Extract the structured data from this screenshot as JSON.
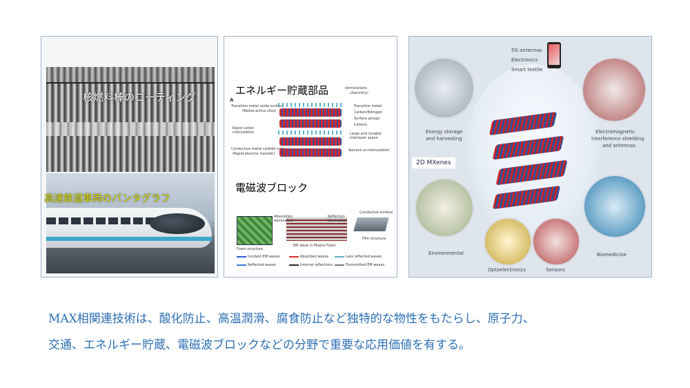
{
  "panel1": {
    "caption_top": "核燃料棒のコーティング",
    "caption_bottom": "高速鉄道車両のパンタグラフ"
  },
  "panel2": {
    "title_top": "エネルギー貯蔵部品",
    "title_bottom": "電磁波ブロック",
    "diagram_top": {
      "letter": "A",
      "tm_oxide": "Transition metal oxide surface",
      "redox": "(Redox-active sites)",
      "rapid_cation": "Rapid cation",
      "intercalation": "intercalation",
      "conductive_core": "Conductive metal carbide core",
      "rapid_electron": "(Rapid electron transfer)",
      "legend_tm": "Transition metal",
      "legend_cn": "Carbon/Nitrogen",
      "legend_sg": "Surface groups",
      "legend_cat": "Cations",
      "interlayer": "Large and tunable",
      "interlayer2": "interlayer space",
      "solvent": "Solvent co-intercalation",
      "terminations": "terminations",
      "chemistry": "chemistry)"
    },
    "diagram_bottom": {
      "absorption": "Absorption",
      "absorption2": "dominated",
      "reflection": "Reflection",
      "reflection2": "dominated",
      "conductive_surface": "Conductive surface",
      "foam": "Foam structure",
      "film": "Film structure",
      "em_wave": "EM wave in Mxene Foam",
      "incident": "Incident EM waves",
      "absorbed": "Absorbed waves",
      "less_reflected": "Less reflected waves",
      "reflected": "Reflected waves",
      "internal": "Internal reflections",
      "transmitted": "Transmitted EM waves"
    }
  },
  "panel3": {
    "title": "2D MXenes",
    "antennas": "5G antennas",
    "electronics": "Electronics",
    "textile": "Smart textile",
    "energy": "Energy storage",
    "energy2": "and harvesting",
    "emi": "Electromagnetic",
    "emi2": "interference shielding",
    "emi3": "and antennas",
    "environmental": "Environmental",
    "optoelectronics": "Optoelectronics",
    "sensors": "Sensors",
    "biomedicine": "Biomedicine"
  },
  "description": {
    "line1": "MAX相関連技術は、酸化防止、高温潤滑、腐食防止など独特的な物性をもたらし、原子力、",
    "line2": "交通、エネルギー貯蔵、電磁波ブロックなどの分野で重要な応用価値を有する。"
  },
  "colors": {
    "text_blue": "#2c6fb3",
    "caption_yellow": "#e6e600",
    "mxene_red": "#c92626",
    "mxene_blue": "#2f4f9a"
  }
}
